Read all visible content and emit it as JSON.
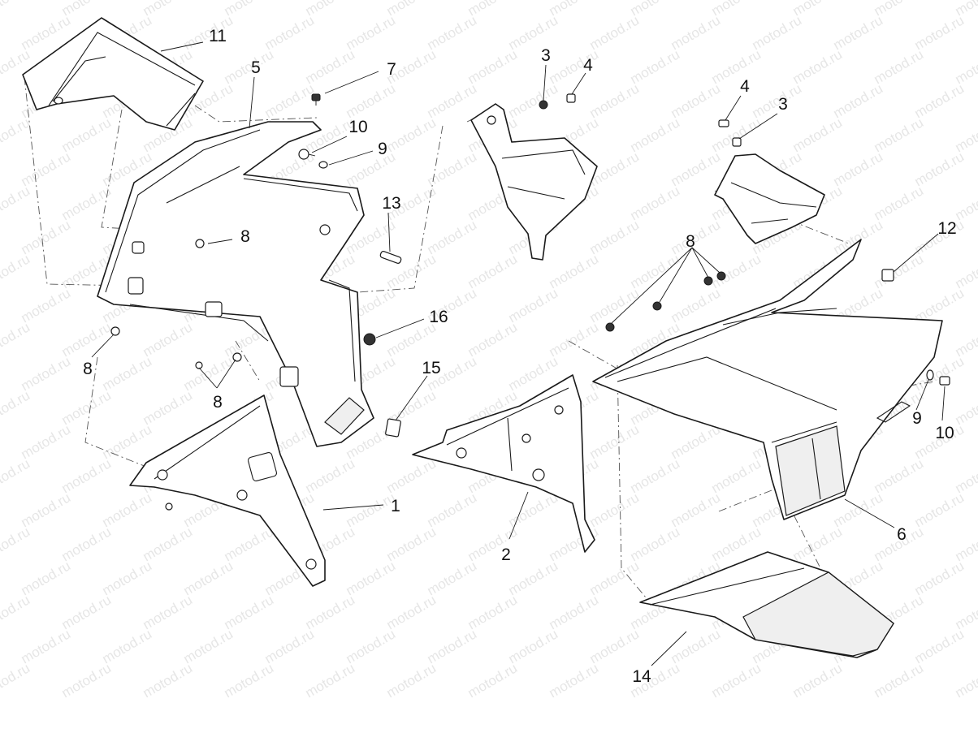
{
  "watermark": "motod.ru",
  "callouts": {
    "c1": "1",
    "c2": "2",
    "c3a": "3",
    "c3b": "3",
    "c4a": "4",
    "c4b": "4",
    "c5": "5",
    "c6": "6",
    "c7": "7",
    "c8a": "8",
    "c8b": "8",
    "c8c": "8",
    "c8d": "8",
    "c9a": "9",
    "c9b": "9",
    "c10a": "10",
    "c10b": "10",
    "c11": "11",
    "c12": "12",
    "c13": "13",
    "c14": "14",
    "c15": "15",
    "c16": "16"
  }
}
